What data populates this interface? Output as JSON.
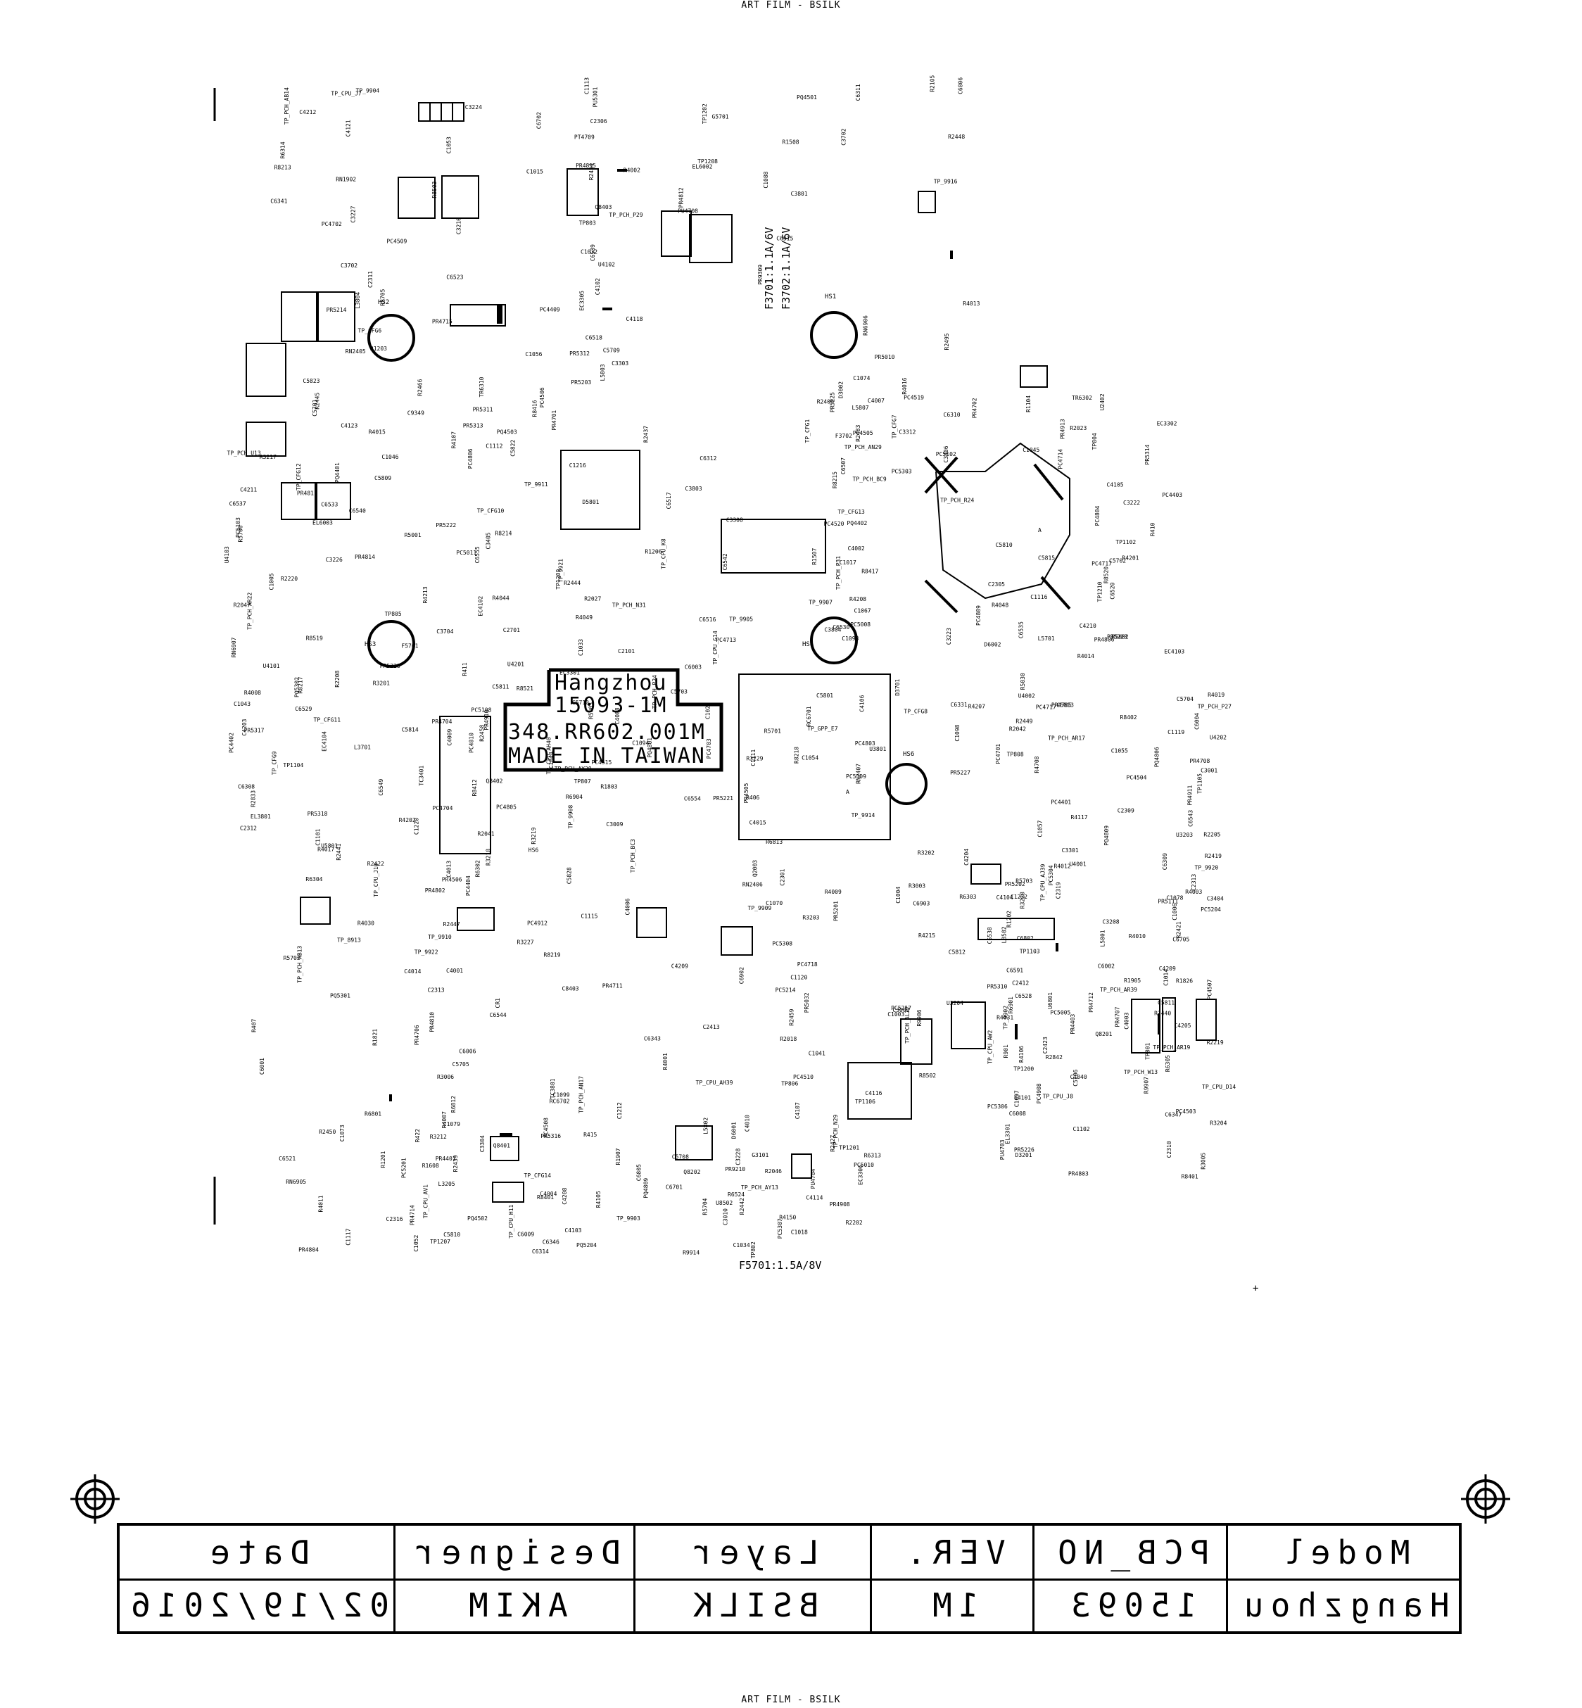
{
  "header": {
    "top_caption": "ART FILM - BSILK",
    "bottom_caption": "ART FILM - BSILK"
  },
  "board_marking": {
    "line1": "Hangzhou",
    "line2": "15093-1M",
    "line3": "348.RR602.001M",
    "line4": "MADE IN TAIWAN"
  },
  "fuse_labels": {
    "f3701": "F3701:1.1A/6V",
    "f3702": "F3702:1.1A/6V",
    "f5701": "F5701:1.5A/8V"
  },
  "mounting_holes": [
    "HS2",
    "HS1",
    "HS3",
    "HS4",
    "HS6"
  ],
  "area_marks": [
    "A",
    "A"
  ],
  "designators": [
    "C6539",
    "C6540",
    "C6530",
    "PR4704",
    "PR4705",
    "PR4706",
    "PR4707",
    "PR4804",
    "PC4702",
    "C6533",
    "PC4714",
    "PC4703",
    "PC4701",
    "PC4718",
    "PU4703",
    "PU4704",
    "PU4708",
    "PR4701",
    "PR4702",
    "PC4704",
    "PR4708",
    "PR4711",
    "PR4712",
    "PR4714",
    "PR4715",
    "PC4713",
    "PC4717",
    "PR5317",
    "PC5309",
    "PC5308",
    "PR5310",
    "PR5316",
    "PR5312",
    "PR5313",
    "PR5314",
    "PR5318",
    "PC5304",
    "PR5201",
    "PR5202",
    "PC5307",
    "PU5301",
    "PR5311",
    "PC5303",
    "PQ5302",
    "PC4717",
    "PQ5301",
    "PC5306",
    "PR9210",
    "PR9309",
    "C9349",
    "PR5225",
    "PR5228",
    "PR5227",
    "PC5217",
    "PR5226",
    "PQ5204",
    "PR5203",
    "PR5222",
    "PR5223",
    "PR5221",
    "C6331",
    "C6343",
    "C6347",
    "C6346",
    "C6341",
    "C6542",
    "PR4913",
    "PR4910",
    "PR4911",
    "PC4912",
    "PC4908",
    "PR4908",
    "C3702",
    "C3704",
    "F3702",
    "L3701",
    "D3701",
    "PC5214",
    "PC5204",
    "PC5201",
    "PR5214",
    "PC5103",
    "PC5102",
    "PC5108",
    "PR5111",
    "R8502",
    "L8502",
    "U8502",
    "R8503",
    "R8519",
    "R8520",
    "R8521",
    "C6543",
    "C6544",
    "C6528",
    "R6524",
    "PR4812",
    "PR4811",
    "PR4806",
    "PQ4801",
    "PQ4806",
    "PR4802",
    "PR4803",
    "PQ4809",
    "PT4709",
    "C1046",
    "C1045",
    "C1044",
    "R406",
    "R407",
    "C6591",
    "R9914",
    "TP_9904",
    "TP_9905",
    "C6535",
    "C6549",
    "R4708",
    "R9906",
    "R9907",
    "R422",
    "R8213",
    "R8214",
    "R8215",
    "R8217",
    "R8218",
    "R8219",
    "Q8201",
    "Q8202",
    "PR4815",
    "PR4814",
    "PC4809",
    "PC4810",
    "PQ4809",
    "C1070",
    "C1078",
    "C1079",
    "C1088",
    "TP_CFG10",
    "TP_9907",
    "TP_9908",
    "TP_9920",
    "TP_9922",
    "TP_CPU_D14",
    "TP_CFG14",
    "TP_CFG6",
    "TP_9911",
    "TP_CFG13",
    "TP_CFG9",
    "TP_9909",
    "TP_9910",
    "TP_CPU_J8",
    "TP_CPU_H11",
    "TP_CPU_J7",
    "TP_CPU_K8",
    "TP_CFG1",
    "TP_CPU_G14",
    "TP_9914",
    "TP_8913",
    "TP_9902",
    "TP_9903",
    "TP_9916",
    "TP_9921",
    "TP_PCH_BC9",
    "R1803",
    "C2313",
    "R1821",
    "R1826",
    "R1608",
    "R2105",
    "TP805",
    "TP804",
    "TP807",
    "TP808",
    "TP806",
    "TP801",
    "TP802",
    "TP803",
    "TP_CFG12",
    "TP_CFG7",
    "TP_CFG11",
    "TP_CFG8",
    "TP_CPU_J10",
    "R901",
    "R415",
    "C1074",
    "C6555",
    "R410",
    "R411",
    "C1057",
    "C1041",
    "C1040",
    "C1034",
    "C1056",
    "C1033",
    "C1017",
    "C1027",
    "C1055",
    "C1004",
    "C1006",
    "C1018",
    "C1032",
    "C1005",
    "C1067",
    "C1043",
    "C1054",
    "C1003",
    "C1014",
    "C1073",
    "C1015",
    "TP_PCH_U13",
    "TP_PCH_R24",
    "TP_PCH_P24",
    "TP_PCH_P27",
    "TP_PCH_AB13",
    "TP_PCH_W13",
    "TP_PCH_N29",
    "TP_PCH_P29",
    "TP_PCH_N31",
    "TP_PCH_P31",
    "C6554",
    "C2319",
    "C2301",
    "R1905",
    "R1907",
    "RN1902",
    "R2027",
    "R2023",
    "R2041",
    "R2042",
    "C6006",
    "C6008",
    "C6009",
    "EL6002",
    "EL6003",
    "D6002",
    "C6003",
    "C6004",
    "C6001",
    "C6002",
    "D6001",
    "C6523",
    "PC4806",
    "PC4804",
    "PC4805",
    "PC4803",
    "PR4810",
    "C6538",
    "EC3306",
    "EC3305",
    "C3308",
    "EC3302",
    "EC3301",
    "C3301",
    "CR1",
    "EL3301",
    "C3304",
    "C3303",
    "C6537",
    "C3312",
    "TP_CPU_AH40",
    "TP_CPU_AJ39",
    "TP_CPU_AH39",
    "TP_CPU_AW2",
    "TP_CPU_AV1",
    "C6515",
    "C6517",
    "C1093",
    "C1094",
    "C1098",
    "C1099",
    "C1097",
    "C6521",
    "C6518",
    "C6516",
    "C6520",
    "R6302",
    "R6303",
    "R6304",
    "R6305",
    "R6313",
    "R6314",
    "TR6310",
    "TR6302",
    "R2833",
    "C3001",
    "C3002",
    "R2842",
    "C6314",
    "C6311",
    "C6312",
    "D3002",
    "C3009",
    "R3003",
    "R3006",
    "R3005",
    "C3010",
    "C3702",
    "C2701",
    "C6310",
    "C6308",
    "C6309",
    "C1115",
    "C1222",
    "C1052",
    "C1053",
    "C1216",
    "TP1102",
    "TP1104",
    "TP1105",
    "TP1106",
    "TP1103",
    "TP1207",
    "TP1208",
    "TP1209",
    "TP1210",
    "C1220",
    "C1119",
    "C1120",
    "C1102",
    "C1117",
    "C1113",
    "R1206",
    "R1104",
    "C1101",
    "C1111",
    "C1212",
    "R1202",
    "R1201",
    "R1203",
    "C1112",
    "C1116",
    "TP_PCH_BC3",
    "TP_PCH_AR17",
    "TP_PCH_AN17",
    "TP_PCH_AR19",
    "TP_PCH_AY13",
    "TP_PCH_AB14",
    "TP_PCH_AR22",
    "TP_PCH_AN29",
    "TP_PCH_AY29",
    "TP_GPP_E7",
    "TP_PCH_AL27",
    "TP_PCH_AR39",
    "C2316",
    "C2306",
    "C2101",
    "C2305",
    "C2312",
    "C2309",
    "C2313",
    "C2310",
    "R2046",
    "R1508",
    "R2047",
    "R1507",
    "R2208",
    "R2205",
    "R2018",
    "R2219",
    "R2202",
    "C2311",
    "R2220",
    "C6507",
    "HS6",
    "Q2003",
    "R2459",
    "C2423",
    "R2427",
    "RN2405",
    "R2466",
    "R2406",
    "R2458",
    "RN2407",
    "C2413",
    "C2412",
    "R2450",
    "R2448",
    "R2445",
    "R2483",
    "R2422",
    "R2419",
    "RN2406",
    "R2421",
    "R2442",
    "R2495",
    "R2437",
    "U2402",
    "R2441",
    "R2449",
    "R2447",
    "R2440",
    "R2439",
    "R2454",
    "R2444",
    "PC4519",
    "R6904",
    "C6903",
    "C6902",
    "R6901",
    "RN6905",
    "RN6906",
    "RN6907",
    "PC4403",
    "PC4402",
    "PC4401",
    "PC4404",
    "PR4403",
    "PR4401",
    "PC4409",
    "PQ4401",
    "PQ4402",
    "R8412",
    "R8402",
    "C8403",
    "R8401",
    "Q8401",
    "Q8403",
    "R8416",
    "R8417",
    "Q8402",
    "RC6701",
    "RC6702",
    "C6705",
    "C6701",
    "C6702",
    "C3405",
    "C3406",
    "TC3401",
    "C3404",
    "R4001",
    "C4003",
    "C4004",
    "R4002",
    "R4015",
    "C4002",
    "C4013",
    "U4001",
    "C4001",
    "R4010",
    "R4011",
    "C4121",
    "C4123",
    "R4014",
    "R4008",
    "U4002",
    "R4009",
    "TP1200",
    "TP1201",
    "TP1202",
    "R4049",
    "R4048",
    "C4009",
    "R4019",
    "C4006",
    "C3208",
    "L3205",
    "C3210",
    "U4103",
    "C4105",
    "U4101",
    "C4106",
    "C4107",
    "C4104",
    "C4103",
    "U4102",
    "EC4102",
    "EC4103",
    "EC4104",
    "R4117",
    "C4116",
    "C4101",
    "C4114",
    "C4118",
    "R4044",
    "R4016",
    "R4017",
    "R4012",
    "R4030",
    "R4031",
    "C4010",
    "C3801",
    "R4213",
    "R4208",
    "R4202",
    "R4207",
    "R4215",
    "R4106",
    "R4105",
    "C4102",
    "R4107",
    "R4201",
    "C4203",
    "C4204",
    "C4209",
    "C4205",
    "C4208",
    "C4212",
    "C4211",
    "C4210",
    "U4201",
    "U4202",
    "TC3801",
    "PC5005",
    "PC5010",
    "PR5010",
    "PC5011",
    "PC5008",
    "R3201",
    "R3202",
    "R3203",
    "R3204",
    "R3212",
    "C3227",
    "R3217",
    "C3223",
    "R3218",
    "U3203",
    "U3204",
    "D3201",
    "C3228",
    "C3224",
    "C3226",
    "C3222",
    "R3219",
    "R3229",
    "R3227",
    "R3228",
    "G3101",
    "G5701",
    "C5701",
    "C5702",
    "C5703",
    "C5704",
    "C5705",
    "C5706",
    "C5708",
    "C5709",
    "F5701",
    "L5701",
    "C5710",
    "R5701",
    "R5702",
    "R5703",
    "R5704",
    "R5705",
    "R5706",
    "C5815",
    "C5814",
    "C5813",
    "C5812",
    "C5811",
    "C5810",
    "C5823",
    "C5822",
    "L5807",
    "U5801",
    "C5801",
    "C5828",
    "L5801",
    "L5802",
    "L5803",
    "C5809",
    "C5810",
    "C5811",
    "PC4504",
    "PC4510",
    "PC4503",
    "PQ4502",
    "PQ4501",
    "PQ4503",
    "PC4520",
    "PC4515",
    "PR4505",
    "PR4506",
    "PC4507",
    "PC4508",
    "PC4509",
    "PC4506",
    "PC4505",
    "C6529",
    "R6813",
    "R6812",
    "U6801",
    "R8401",
    "L3804",
    "C3803",
    "C3804",
    "EL3801",
    "U3801",
    "R6801",
    "C6802",
    "C6805",
    "C6806",
    "D5801",
    "C4007",
    "C4008",
    "C4015",
    "C4014",
    "R4003",
    "R4007",
    "R4013",
    "R5001",
    "R5002",
    "R5003",
    "R5030",
    "PR5032",
    "C4209",
    "R4150"
  ],
  "title_block": {
    "headers": [
      "Date",
      "Designer",
      "Layer",
      "VER.",
      "PCB_NO",
      "Model"
    ],
    "values": [
      "02/19/2016",
      "AKIM",
      "BSILK",
      "1M",
      "15093",
      "Hangzhou"
    ]
  }
}
